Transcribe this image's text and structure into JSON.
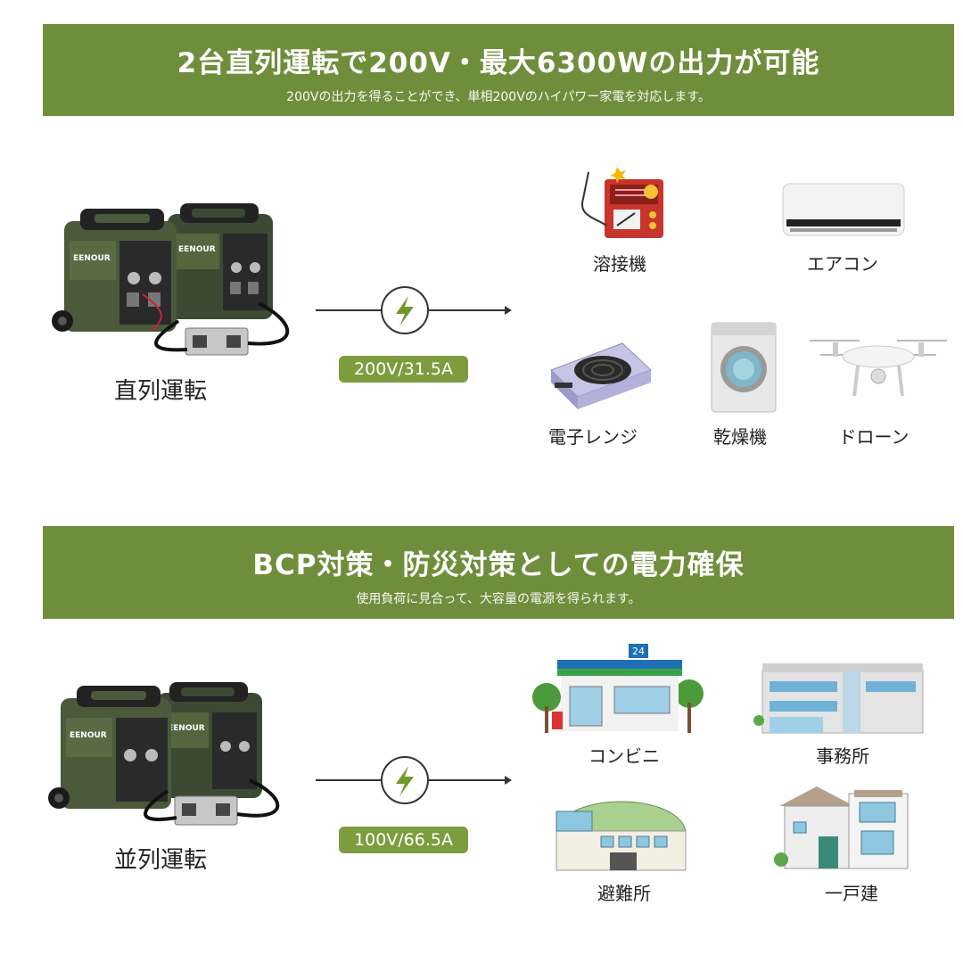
{
  "section1": {
    "title": "2台直列運転で200V・最大6300Wの出力が可能",
    "subtitle": "200Vの出力を得ることができ、単相200Vのハイパワー家電を対応します。",
    "mode_label": "直列運転",
    "spec": "200V/31.5A",
    "appliances": [
      "溶接機",
      "エアコン",
      "電子レンジ",
      "乾燥機",
      "ドローン"
    ]
  },
  "section2": {
    "title": "BCP対策・防災対策としての電力確保",
    "subtitle": "使用負荷に見合って、大容量の電源を得られます。",
    "mode_label": "並列運転",
    "spec": "100V/66.5A",
    "facilities": [
      "コンビニ",
      "事務所",
      "避難所",
      "一戸建"
    ],
    "convenience_sign": "24"
  },
  "generator_brand": "EENOUR",
  "colors": {
    "accent": "#6f8e3b",
    "pill": "#7d9c3d",
    "generator_body": "#4a5a3a",
    "generator_dark": "#222222"
  },
  "icons": [
    "generator-icon",
    "bolt-icon",
    "welder-icon",
    "air-conditioner-icon",
    "induction-cooker-icon",
    "dryer-icon",
    "drone-icon",
    "convenience-store-icon",
    "office-building-icon",
    "shelter-icon",
    "house-icon"
  ]
}
